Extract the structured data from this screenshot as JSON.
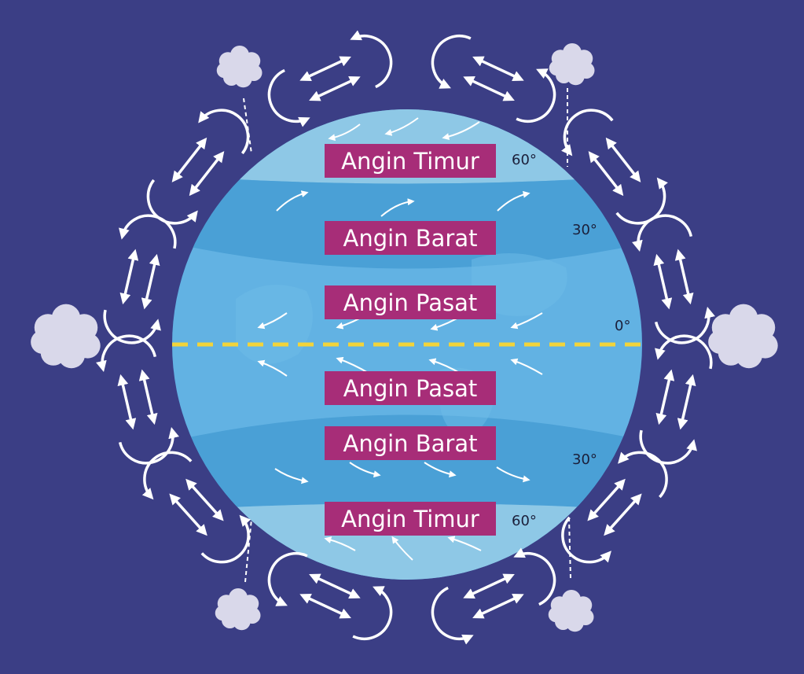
{
  "colors": {
    "background": "#3b3e85",
    "ocean_polar": "#8ec8e6",
    "ocean_westerly": "#4aa0d6",
    "ocean_tropical": "#62b2e3",
    "label_bg": "#a72d78",
    "equator": "#f2d43a",
    "cloud": "#d9d8ea",
    "arrow": "#ffffff"
  },
  "wind_bands": [
    {
      "label": "Angin Timur"
    },
    {
      "label": "Angin Barat"
    },
    {
      "label": "Angin Pasat"
    },
    {
      "label": "Angin Pasat"
    },
    {
      "label": "Angin Barat"
    },
    {
      "label": "Angin Timur"
    }
  ],
  "latitudes": {
    "north_60": "60°",
    "north_30": "30°",
    "equator": "0°",
    "south_30": "30°",
    "south_60": "60°"
  }
}
